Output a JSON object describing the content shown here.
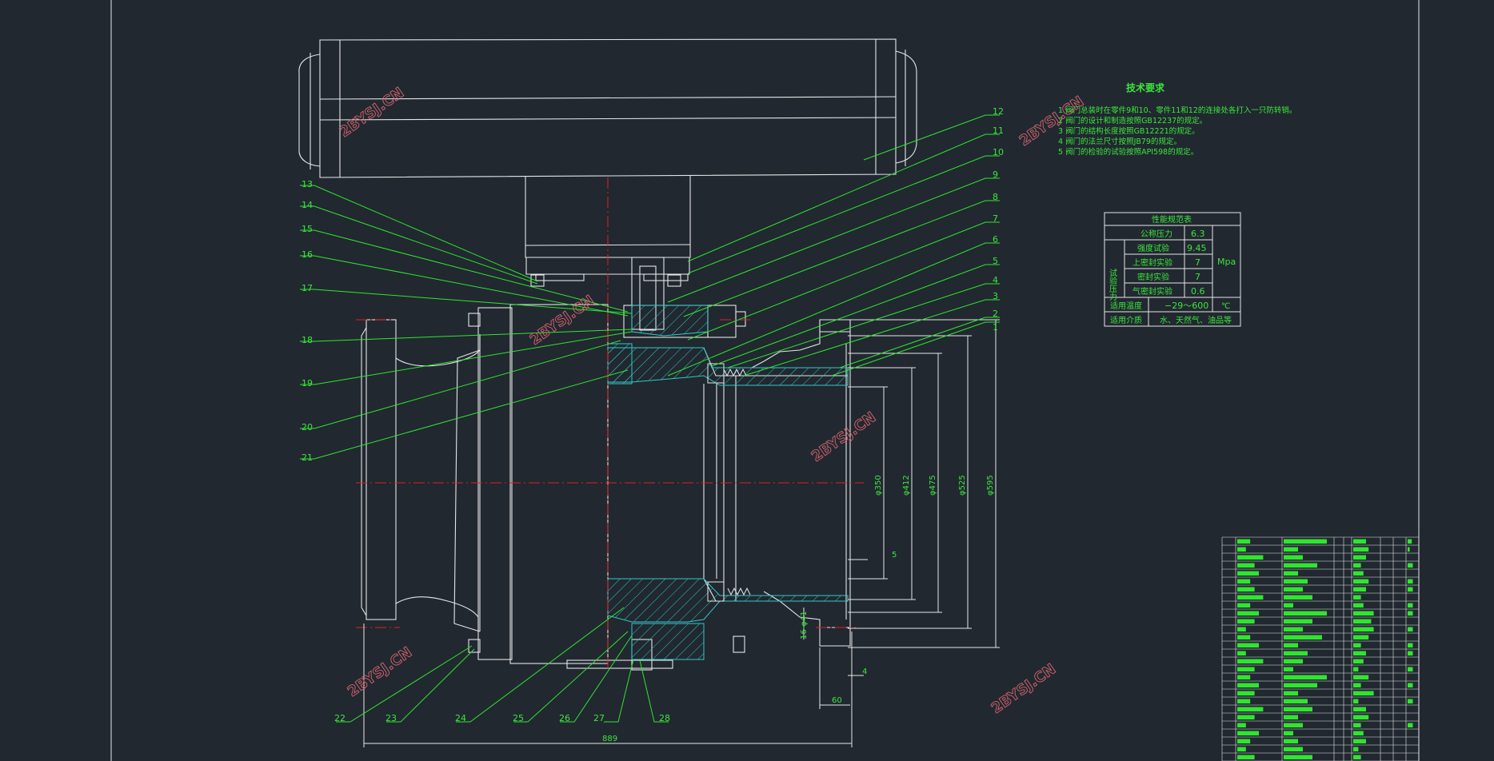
{
  "colors": {
    "background": "#212830",
    "outline": "#e6e6e6",
    "leader": "#2ee62e",
    "centerline": "#e02020",
    "hatch": "#33c7c7",
    "label": "#3ce63c",
    "watermark": "#d9646e"
  },
  "drawing": {
    "watermark_text": "2BYSJ.CN",
    "callouts": [
      "1",
      "2",
      "3",
      "4",
      "5",
      "6",
      "7",
      "8",
      "9",
      "10",
      "11",
      "12",
      "13",
      "14",
      "15",
      "16",
      "17",
      "18",
      "19",
      "20",
      "21",
      "22",
      "23",
      "24",
      "25",
      "26",
      "27",
      "28"
    ],
    "dimensions": {
      "overall_length": "889",
      "flange_thickness": "60",
      "gap_small": "5",
      "gap_bottom": "4",
      "bolt_spec": "16-φ41",
      "dia1": "φ350",
      "dia2": "φ412",
      "dia3": "φ475",
      "dia4": "φ525",
      "dia5": "φ595"
    }
  },
  "technical_requirements": {
    "title": "技术要求",
    "items": [
      "1  阀门总装时在零件9和10、零件11和12的连接处各打入一只防转销。",
      "2  阀门的设计和制造按照GB12237的规定。",
      "3  阀门的结构长度按照GB12221的规定。",
      "4  阀门的法兰尺寸按照JB79的规定。",
      "5  阀门的检验的试验按照API598的规定。"
    ]
  },
  "spec_table": {
    "title": "性能规范表",
    "nominal_pressure_label": "公称压力",
    "nominal_pressure_value": "6.3",
    "test_pressure_group_label": "试验压力",
    "strength_test_label": "强度试验",
    "strength_test_value": "9.45",
    "upper_seal_label": "上密封实验",
    "upper_seal_value": "7",
    "seal_test_label": "密封实验",
    "seal_test_value": "7",
    "gas_seal_label": "气密封实验",
    "gas_seal_value": "0.6",
    "pressure_unit": "Mpa",
    "temperature_label": "适用温度",
    "temperature_value": "−29～600",
    "temperature_unit": "℃",
    "medium_label": "适用介质",
    "medium_value": "水、天然气、油品等"
  }
}
